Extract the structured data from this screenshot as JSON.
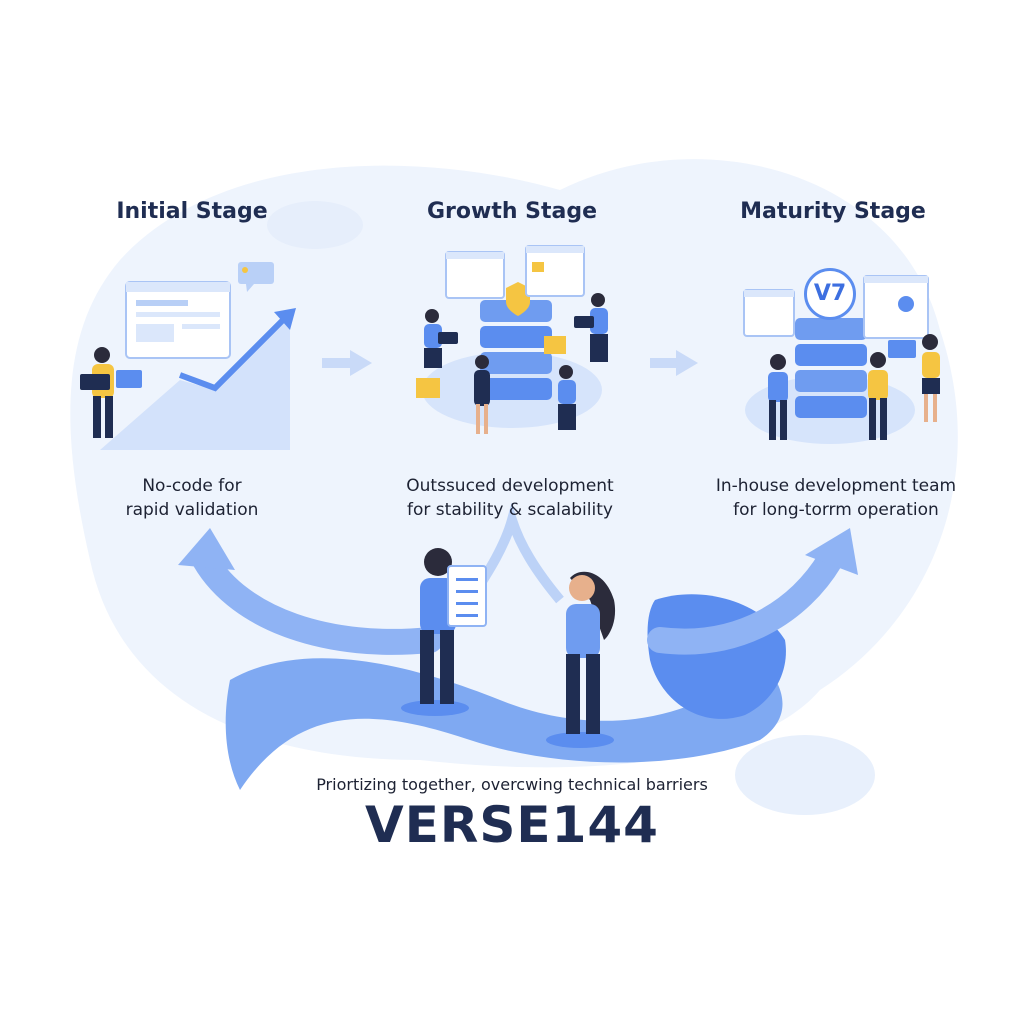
{
  "stages": [
    {
      "title": "Initial Stage",
      "desc_line1": "No-code for",
      "desc_line2": "rapid validation"
    },
    {
      "title": "Growth Stage",
      "desc_line1": "Outssuced development",
      "desc_line2": "for stability & scalability"
    },
    {
      "title": "Maturity Stage",
      "desc_line1": "In-house development team",
      "desc_line2": "for long-torrm operation"
    }
  ],
  "tagline": "Priortizing together, overcwing technical barriers",
  "brand": "VERSE144",
  "badge_logo": "V7",
  "icons": [
    "growth-chart-icon",
    "server-stack-icon",
    "shield-icon",
    "arrow-right-icon",
    "checklist-icon",
    "laptop-icon"
  ],
  "colors": {
    "primary": "#5b8def",
    "light": "#dce8fb",
    "navy": "#1f2d52",
    "accent": "#f5c542"
  }
}
